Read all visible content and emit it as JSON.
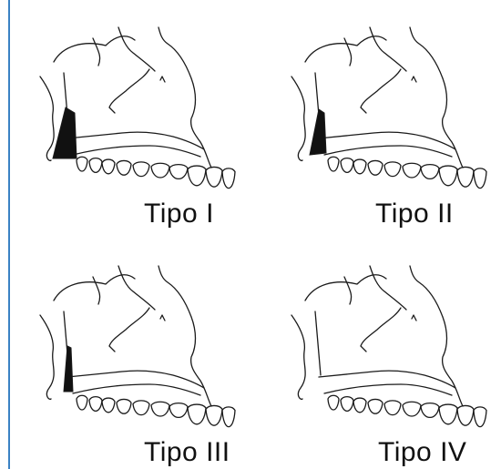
{
  "colors": {
    "rule": "#3b82c4",
    "line": "#1a1a1a",
    "fill": "#111111"
  },
  "panels": [
    {
      "label": "Tipo I",
      "wedge": "large"
    },
    {
      "label": "Tipo II",
      "wedge": "medium"
    },
    {
      "label": "Tipo III",
      "wedge": "thin"
    },
    {
      "label": "Tipo IV",
      "wedge": "none"
    }
  ]
}
